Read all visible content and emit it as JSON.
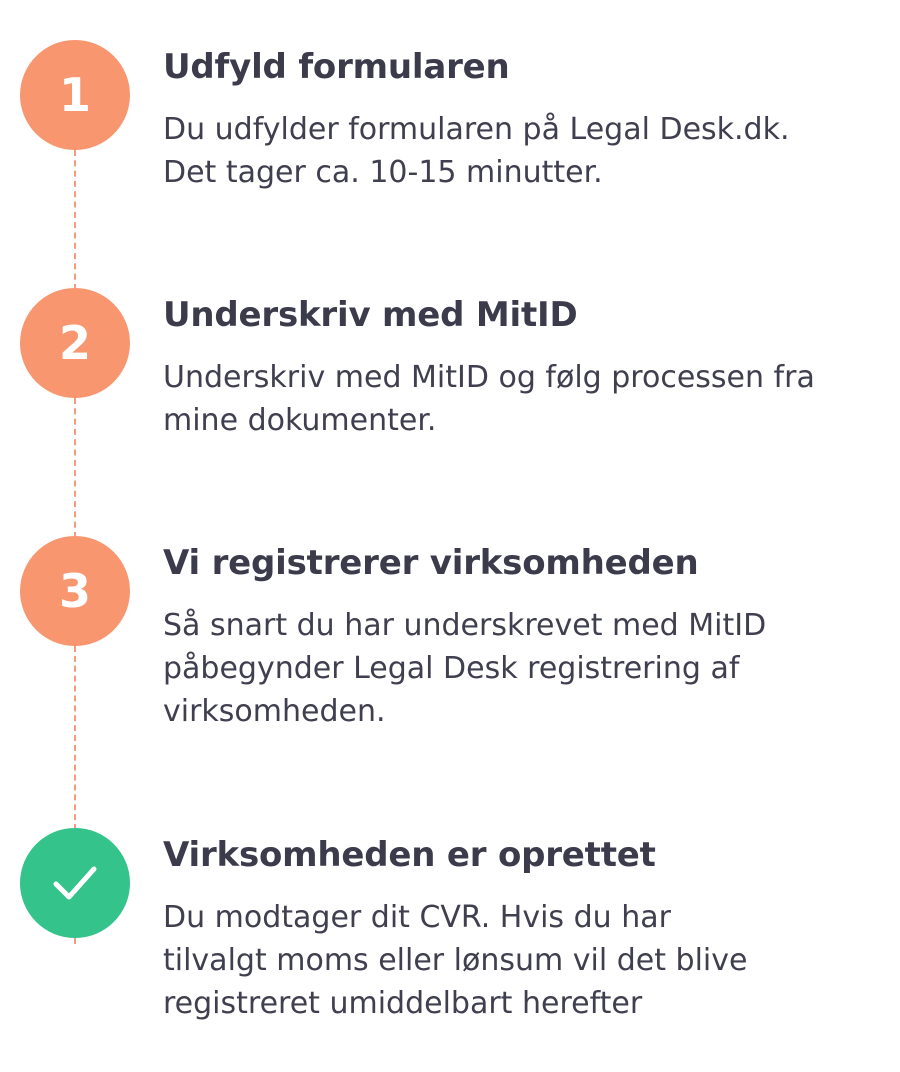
{
  "colors": {
    "step_badge": "#f8966f",
    "done_badge": "#34c38b",
    "connector": "#f59a7a",
    "text": "#3b3b4b"
  },
  "steps": [
    {
      "number": "1",
      "title": "Udfyld formularen",
      "description": "Du udfylder formularen på Legal Desk.dk. Det tager ca. 10-15 minutter."
    },
    {
      "number": "2",
      "title": "Underskriv med MitID",
      "description": "Underskriv med MitID og følg processen fra mine dokumenter."
    },
    {
      "number": "3",
      "title": "Vi registrerer virksomheden",
      "description": "Så snart du har underskrevet med MitID påbegynder Legal Desk registrering af virksomheden."
    },
    {
      "icon": "checkmark-icon",
      "title": "Virksomheden er oprettet",
      "description": "Du modtager dit CVR. Hvis du har tilvalgt moms eller lønsum vil det blive registreret umiddelbart herefter"
    }
  ]
}
